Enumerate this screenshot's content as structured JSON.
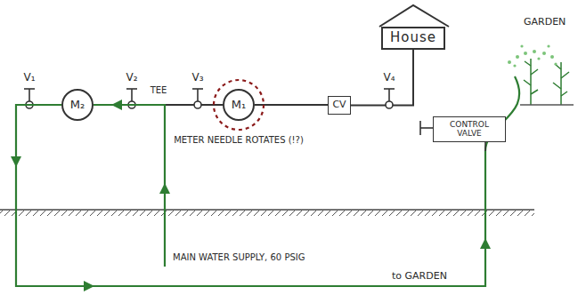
{
  "diagram": {
    "nodes": [
      {
        "text": [
          "House"
        ]
      },
      {
        "text": [
          "M₂"
        ]
      },
      {
        "text": [
          "M₁"
        ]
      },
      {
        "text": [
          "CV"
        ]
      },
      {
        "text": [
          "CONTROL VALVE"
        ]
      }
    ],
    "edges": [
      {
        "from": 1,
        "to": 2,
        "arrow": "none"
      },
      {
        "from": 2,
        "to": 3,
        "arrow": "none"
      },
      {
        "from": 3,
        "to": 0,
        "arrow": "none"
      }
    ],
    "labels": [
      "GARDEN",
      "V₁",
      "V₂",
      "TEE",
      "V₃",
      "V₄",
      "METER NEEDLE ROTATES (!?)",
      "MAIN WATER SUPPLY, 60 PSIG",
      "to GARDEN"
    ]
  }
}
